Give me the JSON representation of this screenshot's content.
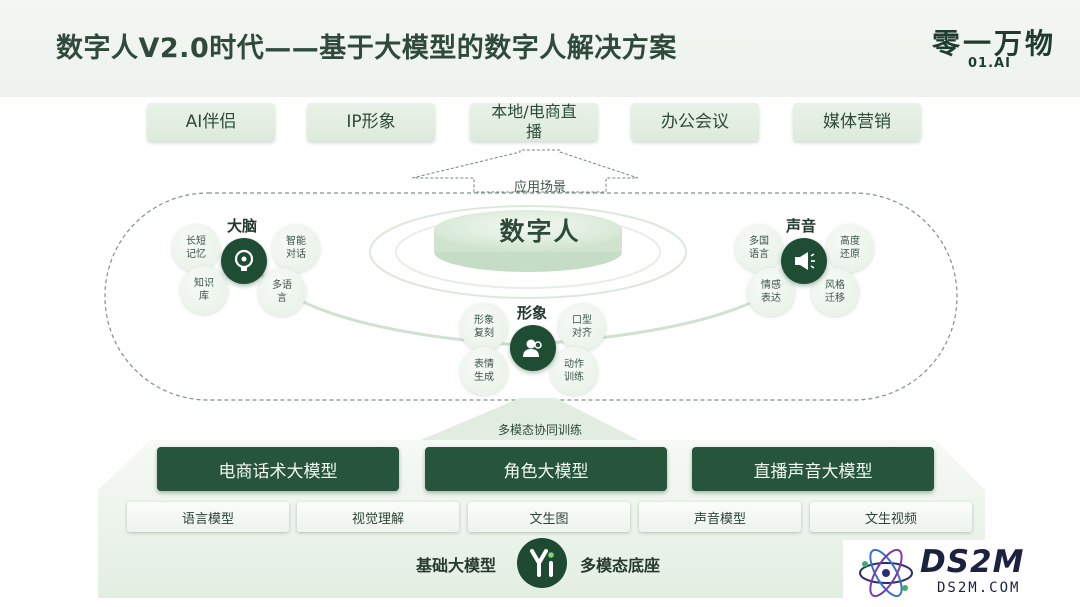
{
  "header": {
    "title": "数字人V2.0时代——基于大模型的数字人解决方案",
    "logo_cn": "零一万物",
    "logo_en": "01.AI"
  },
  "scenarios": {
    "items": [
      "AI伴侣",
      "IP形象",
      "本地/电商直\n播",
      "办公会议",
      "媒体营销"
    ],
    "label": "应用场景"
  },
  "brain": {
    "title": "大脑",
    "bubbles": [
      "长短\n记忆",
      "智能\n对话",
      "知识\n库",
      "多语\n言"
    ],
    "icon": "lightbulb-head-icon"
  },
  "voice": {
    "title": "声音",
    "bubbles": [
      "多国\n语言",
      "高度\n还原",
      "情感\n表达",
      "风格\n迁移"
    ],
    "icon": "megaphone-icon"
  },
  "image": {
    "title": "形象",
    "bubbles": [
      "形象\n复刻",
      "口型\n对齐",
      "表情\n生成",
      "动作\n训练"
    ],
    "icon": "user-group-icon"
  },
  "center": {
    "label": "数字人"
  },
  "training_label": "多模态协同训练",
  "big_models": [
    "电商话术大模型",
    "角色大模型",
    "直播声音大模型"
  ],
  "base_models": [
    "语言模型",
    "视觉理解",
    "文生图",
    "声音模型",
    "文生视频"
  ],
  "base": {
    "left": "基础大模型",
    "right": "多模态底座",
    "logo_text": "Yi"
  },
  "watermark": {
    "big": "DS2M",
    "small": "DS2M.COM"
  },
  "colors": {
    "dark_green": "#1f4d33",
    "light_green": "#e3eee2",
    "title_green": "#2f4a3a"
  }
}
